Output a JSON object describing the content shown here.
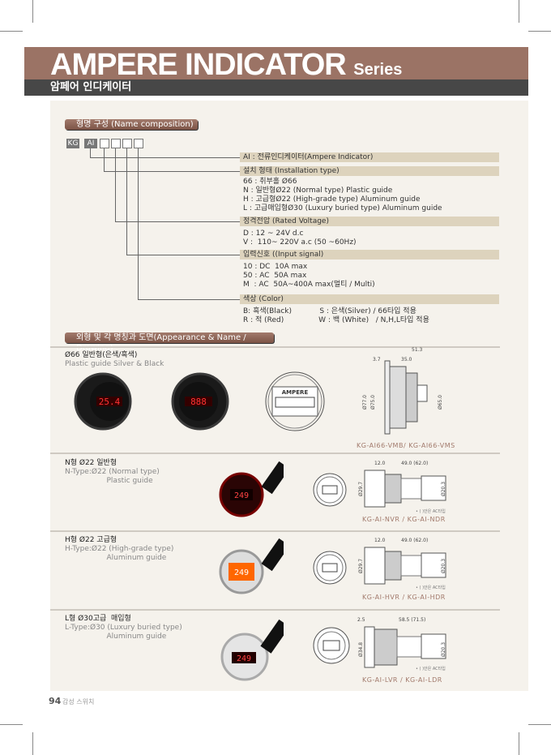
{
  "header": {
    "title": "AMPERE INDICATOR",
    "title_suffix": "Series",
    "subtitle": "암페어 인디케이터"
  },
  "name_composition": {
    "heading": "형명 구성 (Name composition)",
    "code_boxes": [
      "KG",
      "AI",
      "",
      "",
      "",
      ""
    ],
    "sections": [
      {
        "label": "AI : 전류인디케이터(Ampere Indicator)",
        "lines": []
      },
      {
        "label": "설치 형태 (Installation type)",
        "lines": [
          "66 : 취부홀 Ø66",
          "N : 일반형Ø22 (Normal type) Plastic guide",
          "H : 고급형Ø22 (High-grade type) Aluminum guide",
          "L : 고급매입형Ø30 (Luxury buried type) Aluminum guide"
        ]
      },
      {
        "label": "정격전압 (Rated Voltage)",
        "lines": [
          "D : 12 ~ 24V d.c",
          "V :  110~ 220V a.c (50 ~60Hz)"
        ]
      },
      {
        "label": "입력신호 ((Input signal)",
        "lines": [
          "10 : DC  10A max",
          "50 : AC  50A max",
          "M  : AC  50A~400A max(멀티 / Multi)"
        ]
      },
      {
        "label": "색상 (Color)",
        "lines": [
          "B: 흑색(Black)            S : 은색(Silver) / 66타입 적용",
          "R : 적 (Red)               W : 백 (White)   / N,H,L타입 적용"
        ]
      }
    ]
  },
  "appearance": {
    "heading": "외형 및 각 명칭과 도면(Appearance & Name / Drawing)",
    "products": [
      {
        "title": "Ø66 일반형(은색/흑색)",
        "desc": "Plastic guide Silver & Black",
        "desc2": "",
        "model": "KG-AI66-VMB/ KG-AI66-VMS",
        "display": "25.4",
        "front_label": "AMPERE",
        "dims": [
          "51.3",
          "3.7",
          "35.0",
          "Ø77.0",
          "Ø75.0",
          "Ø65.0"
        ],
        "note": ""
      },
      {
        "title": "N형 Ø22 일반형",
        "desc": "N-Type:Ø22 (Normal type)",
        "desc2": "Plastic guide",
        "model": "KG-AI-NVR / KG-AI-NDR",
        "display": "249",
        "dims": [
          "12.0",
          "49.0 (62.0)",
          "Ø29.7",
          "Ø20.3"
        ],
        "note": "• ( )안은 AC타입"
      },
      {
        "title": "H형 Ø22 고급형",
        "desc": "H-Type:Ø22 (High-grade type)",
        "desc2": "Aluminum guide",
        "model": "KG-AI-HVR / KG-AI-HDR",
        "display": "249",
        "dims": [
          "12.0",
          "49.0 (62.0)",
          "Ø29.7",
          "Ø20.3"
        ],
        "note": "• ( )안은 AC타입"
      },
      {
        "title": "L형 Ø30고급  매입형",
        "desc": "L-Type:Ø30 (Luxury buried type)",
        "desc2": "Aluminum guide",
        "model": "KG-AI-LVR / KG-AI-LDR",
        "display": "249",
        "dims": [
          "2.5",
          "58.5 (71.5)",
          "Ø34.8",
          "Ø20.3"
        ],
        "note": "• ( )안은 AC타입"
      }
    ]
  },
  "footer": {
    "page_number": "94",
    "brand": "감성 스위치"
  },
  "colors": {
    "brand_band": "#9b7365",
    "dark_band": "#474747",
    "panel": "#f5f2ec",
    "label_bar": "#ddd3bd",
    "model_text": "#a27a6c"
  }
}
